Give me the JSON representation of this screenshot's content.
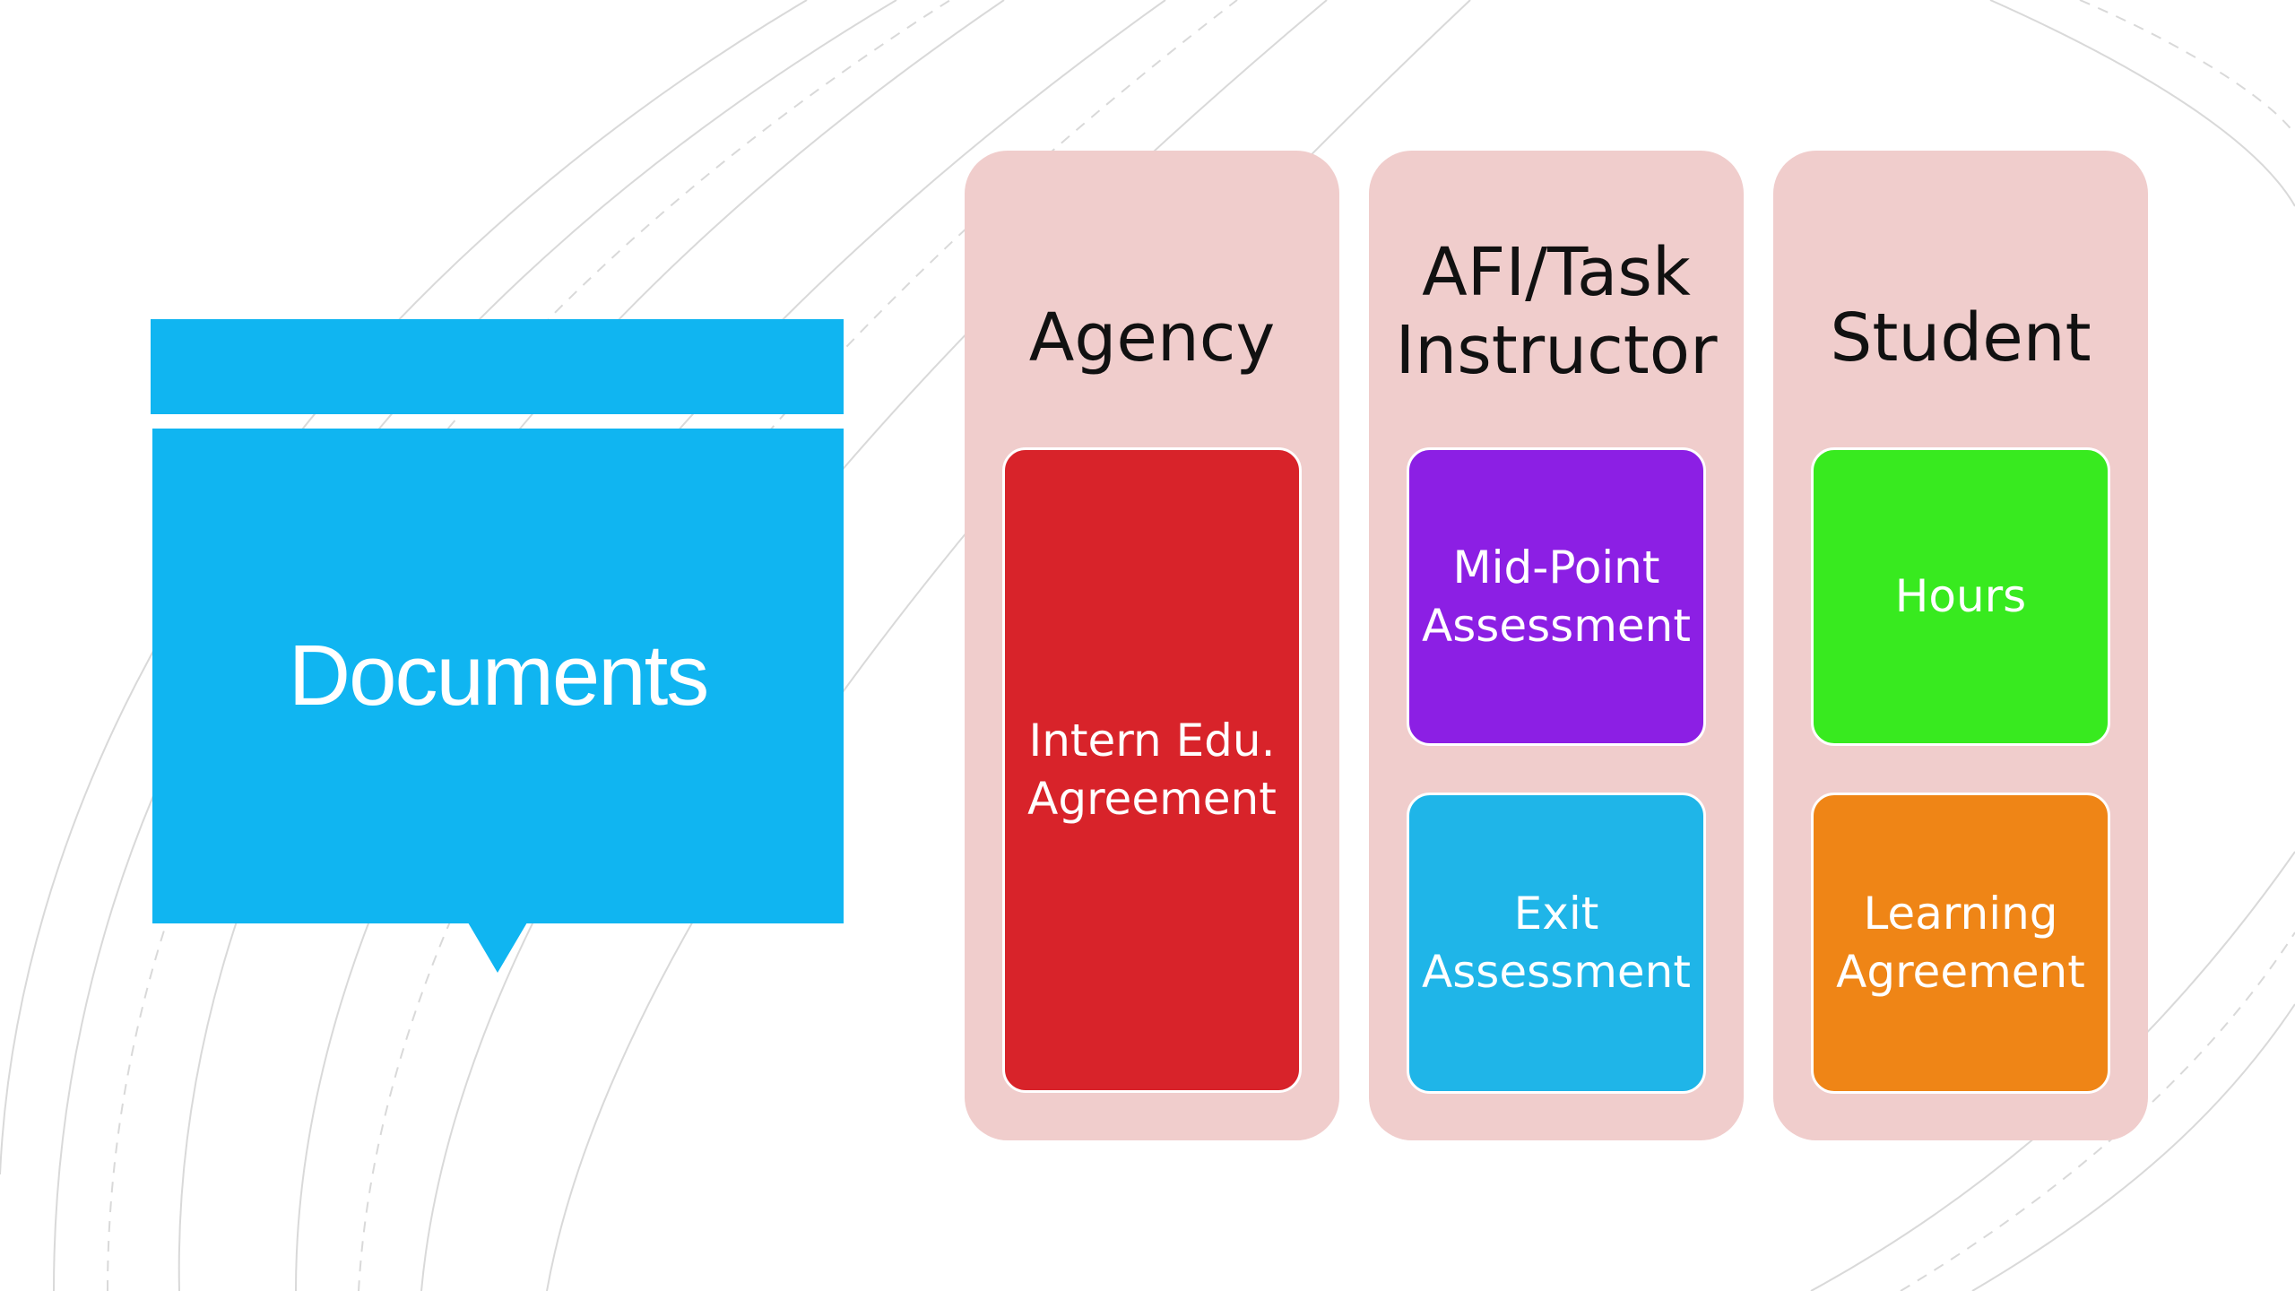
{
  "title": "Documents",
  "colors": {
    "title_fill": "#10b5f1",
    "column_fill": "#f0cdcc",
    "red": "#d8232a",
    "purple": "#8c1fe4",
    "blue": "#1fb5e8",
    "green": "#38ea1f",
    "orange": "#ef8516"
  },
  "columns": [
    {
      "header": "Agency",
      "cards": [
        {
          "label": "Intern Edu.\nAgreement",
          "color": "red"
        }
      ]
    },
    {
      "header": "AFI/Task\nInstructor",
      "cards": [
        {
          "label": "Mid-Point\nAssessment",
          "color": "purple"
        },
        {
          "label": "Exit\nAssessment",
          "color": "blue"
        }
      ]
    },
    {
      "header": "Student",
      "cards": [
        {
          "label": "Hours",
          "color": "green"
        },
        {
          "label": "Learning\nAgreement",
          "color": "orange"
        }
      ]
    }
  ]
}
